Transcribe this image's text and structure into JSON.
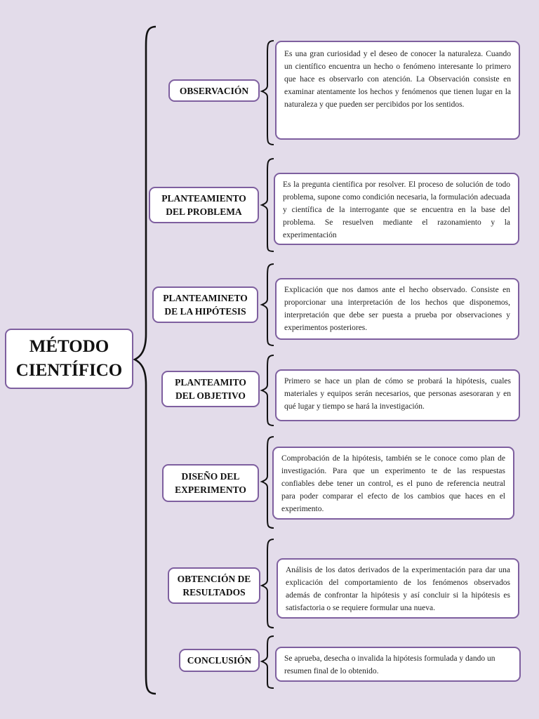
{
  "root": {
    "title": "MÉTODO\nCIENTÍFICO"
  },
  "steps": [
    {
      "label": "OBSERVACIÓN",
      "description": "Es una gran curiosidad y el deseo de conocer la naturaleza. Cuando un científico encuentra un hecho o fenómeno interesante lo primero que hace es observarlo con atención. La Observación consiste en examinar atentamente los hechos y fenómenos que tienen lugar en la naturaleza y que pueden ser percibidos por los sentidos."
    },
    {
      "label": "PLANTEAMIENTO\nDEL PROBLEMA",
      "description": "Es la pregunta científica por resolver. El proceso de solución de todo problema, supone como condición necesaria, la formulación adecuada y científica de la interrogante que se encuentra en la base del problema. Se resuelven mediante el razonamiento y la experimentación"
    },
    {
      "label": "PLANTEAMINETO\nDE LA HIPÓTESIS",
      "description": "Explicación que nos damos ante el hecho observado. Consiste en proporcionar una interpretación de los hechos que disponemos, interpretación que debe ser puesta a prueba por observaciones y experimentos posteriores."
    },
    {
      "label": "PLANTEAMITO\nDEL OBJETIVO",
      "description": "Primero se hace un plan de cómo se probará la hipótesis, cuales materiales y equipos serán necesarios, que personas asesoraran y en qué lugar y tiempo se hará la investigación."
    },
    {
      "label": "DISEÑO DEL\nEXPERIMENTO",
      "description": "Comprobación de la hipótesis, también se le conoce como plan de investigación. Para que un experimento te de las respuestas confiables debe tener un control, es el puno de referencia neutral para poder comparar el efecto de los cambios que haces en el experimento."
    },
    {
      "label": "OBTENCIÓN DE\nRESULTADOS",
      "description": "Análisis de los datos derivados de la experimentación para dar una explicación del comportamiento de los fenómenos observados además de confrontar la hipótesis y así concluir si la hipótesis es satisfactoria o se requiere formular una nueva."
    },
    {
      "label": "CONCLUSIÓN",
      "description": "Se aprueba, desecha o invalida la hipótesis formulada y dando un resumen final de lo obtenido."
    }
  ],
  "colors": {
    "background": "#e3dcea",
    "box_border": "#7e5f9f",
    "brace": "#111111"
  }
}
